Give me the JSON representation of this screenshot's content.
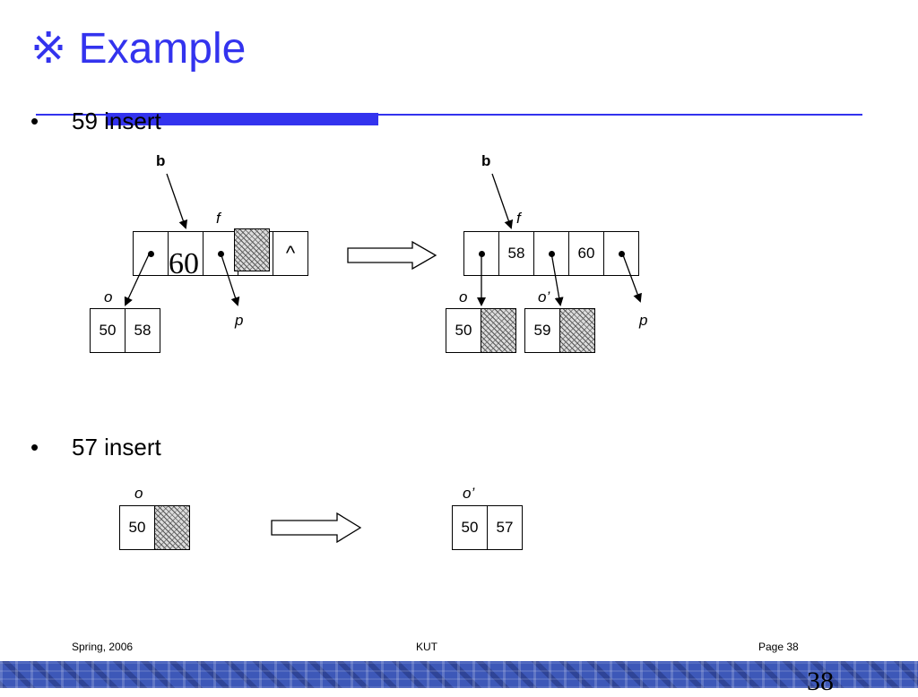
{
  "slide": {
    "title": "※ Example",
    "bullet_dot": "•",
    "bullet1": "59 insert",
    "bullet2": "57 insert"
  },
  "diagram1_before": {
    "b_label": "b",
    "f_label": "f",
    "o_label": "o",
    "p_label": "p",
    "big_value": "60",
    "null_symbol": "^",
    "node_o_cells": [
      "50",
      "58"
    ]
  },
  "diagram1_after": {
    "b_label": "b",
    "f_label": "f",
    "o_label": "o",
    "o_prime_label": "o’",
    "p_label": "p",
    "cells": [
      "58",
      "60"
    ],
    "node_o_value": "50",
    "node_o_prime_value": "59"
  },
  "diagram2_before": {
    "o_label": "o",
    "node_value": "50"
  },
  "diagram2_after": {
    "o_prime_label": "o’",
    "cells": [
      "50",
      "57"
    ]
  },
  "footer": {
    "left": "Spring, 2006",
    "center": "KUT",
    "right": "Page 38",
    "page_number_large": "38"
  }
}
